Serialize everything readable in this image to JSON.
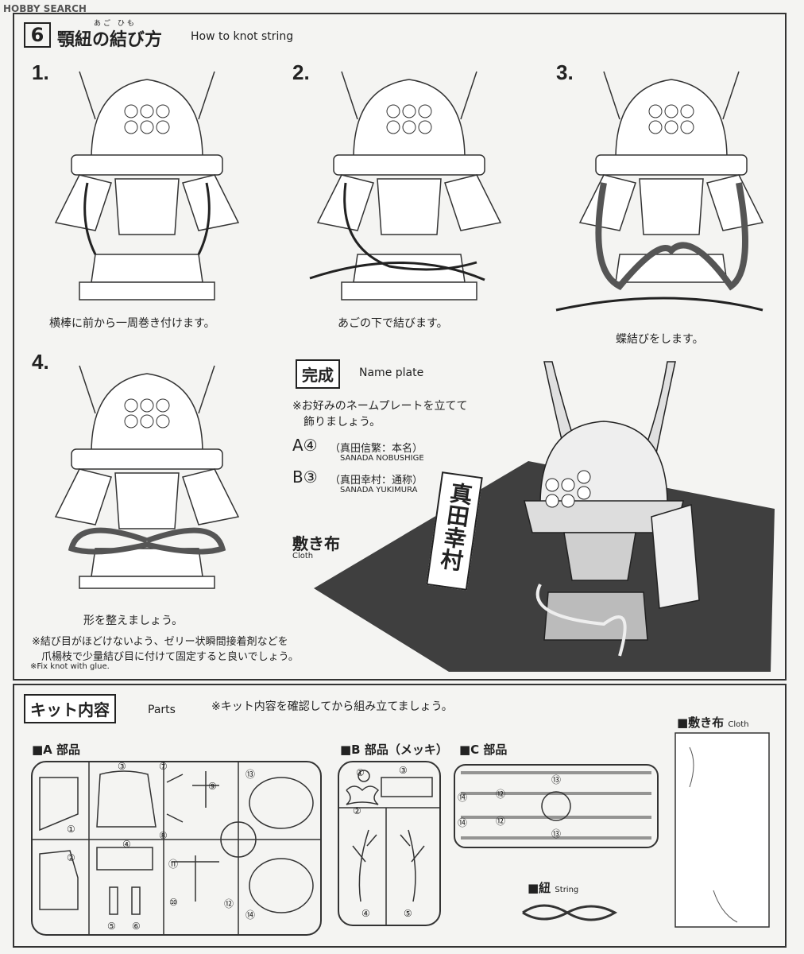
{
  "watermark": "HOBBY SEARCH",
  "section6": {
    "number": "6",
    "title_jp": "顎紐の結び方",
    "ruby": "あご ひも",
    "title_en": "How to knot string"
  },
  "steps": [
    {
      "num": "1.",
      "caption": "横棒に前から一周巻き付けます。"
    },
    {
      "num": "2.",
      "caption": "あごの下で結びます。"
    },
    {
      "num": "3.",
      "caption": "蝶結びをします。"
    },
    {
      "num": "4.",
      "caption": "形を整えましょう。"
    }
  ],
  "note_jp_1": "※結び目がほどけないよう、ゼリー状瞬間接着剤などを",
  "note_jp_2": "爪楊枝で少量結び目に付けて固定すると良いでしょう。",
  "note_en": "※Fix knot with glue.",
  "complete": {
    "title": "完成",
    "subtitle": "Name plate",
    "text_1": "※お好みのネームプレートを立てて",
    "text_2": "飾りましょう。",
    "a_label": "A④",
    "a_jp": "（真田信繁：本名）",
    "a_en": "SANADA NOBUSHIGE",
    "b_label": "B③",
    "b_jp": "（真田幸村：通称）",
    "b_en": "SANADA YUKIMURA",
    "cloth_jp": "敷き布",
    "cloth_en": "Cloth",
    "plate_text": "真田幸村"
  },
  "kit": {
    "title": "キット内容",
    "subtitle": "Parts",
    "note": "※キット内容を確認してから組み立てましょう。",
    "a_parts": "■A 部品",
    "b_parts": "■B 部品（メッキ）",
    "c_parts": "■C 部品",
    "cloth": "■敷き布",
    "cloth_en": "Cloth",
    "string": "■紐",
    "string_en": "String",
    "a_numbers": [
      "①",
      "②",
      "③",
      "④",
      "⑤",
      "⑥",
      "⑦",
      "⑧",
      "⑨",
      "⑩",
      "⑪",
      "⑫",
      "⑬",
      "⑭"
    ],
    "b_numbers": [
      "①",
      "②",
      "③",
      "④",
      "⑤"
    ],
    "c_numbers": [
      "⑬",
      "⑫",
      "⑭",
      "⑫",
      "⑭",
      "⑬"
    ]
  }
}
